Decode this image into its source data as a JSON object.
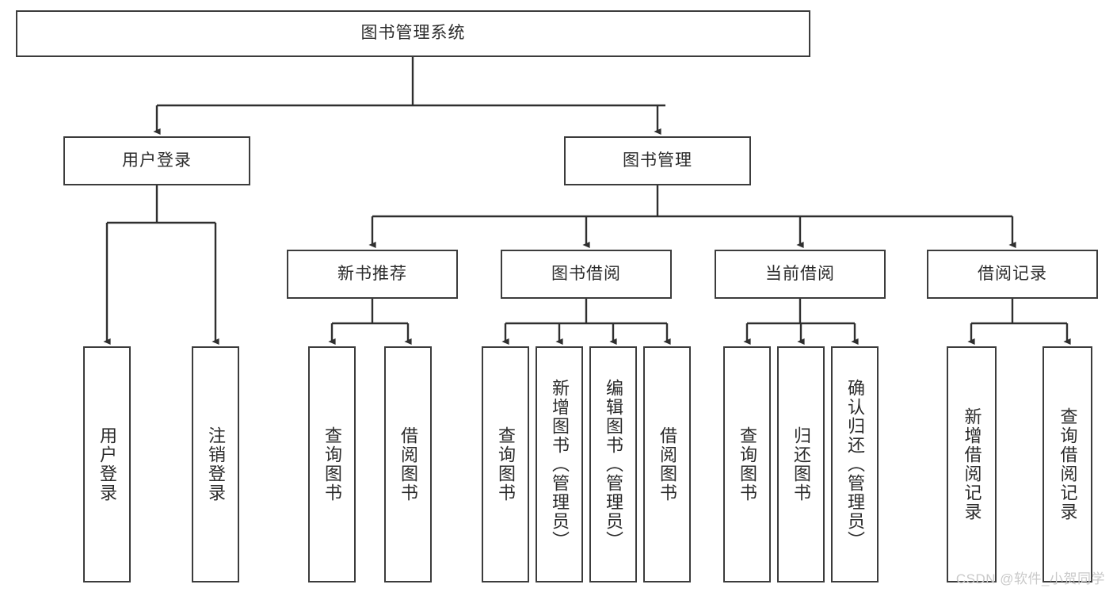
{
  "diagram": {
    "type": "tree",
    "title": "图书管理系统",
    "watermark": "CSDN @软件_小贺同学",
    "colors": {
      "box_border": "#3c3c3c",
      "box_fill": "#ffffff",
      "text": "#2b2b2b",
      "connector": "#2f2f2f",
      "watermark": "#c9c9c9",
      "background": "#ffffff"
    },
    "root": {
      "id": "root",
      "label": "图书管理系统"
    },
    "level1": [
      {
        "id": "user-login",
        "label": "用户登录"
      },
      {
        "id": "book-manage",
        "label": "图书管理"
      }
    ],
    "level2": [
      {
        "id": "new-book-recommend",
        "label": "新书推荐",
        "parent": "book-manage"
      },
      {
        "id": "book-borrow",
        "label": "图书借阅",
        "parent": "book-manage"
      },
      {
        "id": "current-borrow",
        "label": "当前借阅",
        "parent": "book-manage"
      },
      {
        "id": "borrow-record",
        "label": "借阅记录",
        "parent": "book-manage"
      }
    ],
    "leaves": {
      "user-login": [
        {
          "id": "leaf-user-login",
          "label": "用户登录"
        },
        {
          "id": "leaf-logout-login",
          "label": "注销登录"
        }
      ],
      "new-book-recommend": [
        {
          "id": "leaf-query-book-1",
          "label": "查询图书"
        },
        {
          "id": "leaf-borrow-book-1",
          "label": "借阅图书"
        }
      ],
      "book-borrow": [
        {
          "id": "leaf-query-book-2",
          "label": "查询图书"
        },
        {
          "id": "leaf-add-book",
          "label": "新增图书（管理员）"
        },
        {
          "id": "leaf-edit-book",
          "label": "编辑图书（管理员）"
        },
        {
          "id": "leaf-borrow-book-2",
          "label": "借阅图书"
        }
      ],
      "current-borrow": [
        {
          "id": "leaf-query-book-3",
          "label": "查询图书"
        },
        {
          "id": "leaf-return-book",
          "label": "归还图书"
        },
        {
          "id": "leaf-confirm-return",
          "label": "确认归还（管理员）"
        }
      ],
      "borrow-record": [
        {
          "id": "leaf-add-record",
          "label": "新增借阅记录"
        },
        {
          "id": "leaf-query-record",
          "label": "查询借阅记录"
        }
      ]
    }
  }
}
